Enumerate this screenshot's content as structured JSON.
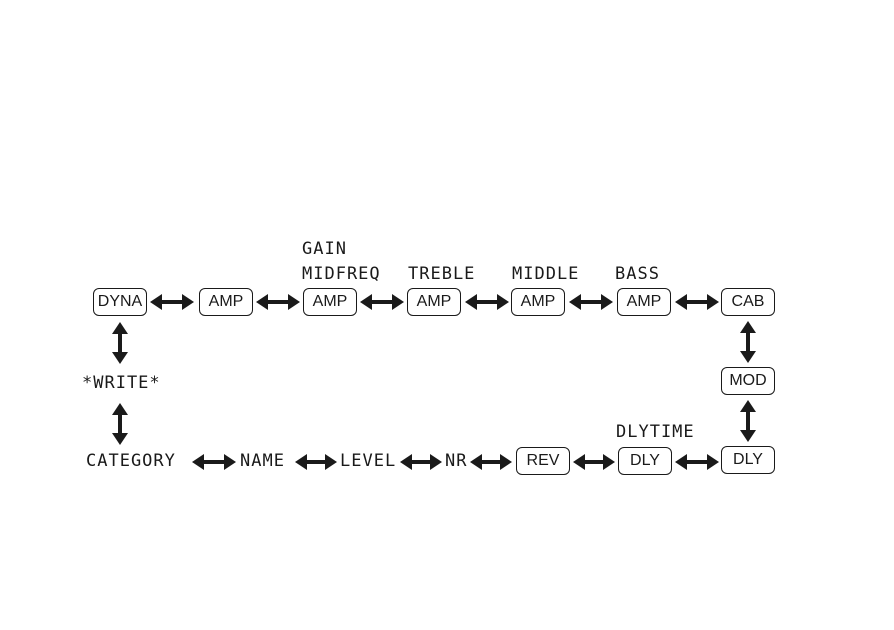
{
  "nodes": {
    "dyna": "DYNA",
    "amp1": "AMP",
    "amp2": "AMP",
    "amp3": "AMP",
    "amp4": "AMP",
    "amp5": "AMP",
    "cab": "CAB",
    "mod": "MOD",
    "dly_right": "DLY",
    "dly": "DLY",
    "rev": "REV"
  },
  "labels": {
    "gain": "GAIN",
    "midfreq": "MIDFREQ",
    "treble": "TREBLE",
    "middle": "MIDDLE",
    "bass": "BASS",
    "dlytime": "DLYTIME",
    "write": "*WRITE*",
    "category": "CATEGORY",
    "name": "NAME",
    "level": "LEVEL",
    "nr": "NR"
  },
  "colors": {
    "ink": "#1a1a1a",
    "background": "#ffffff"
  }
}
